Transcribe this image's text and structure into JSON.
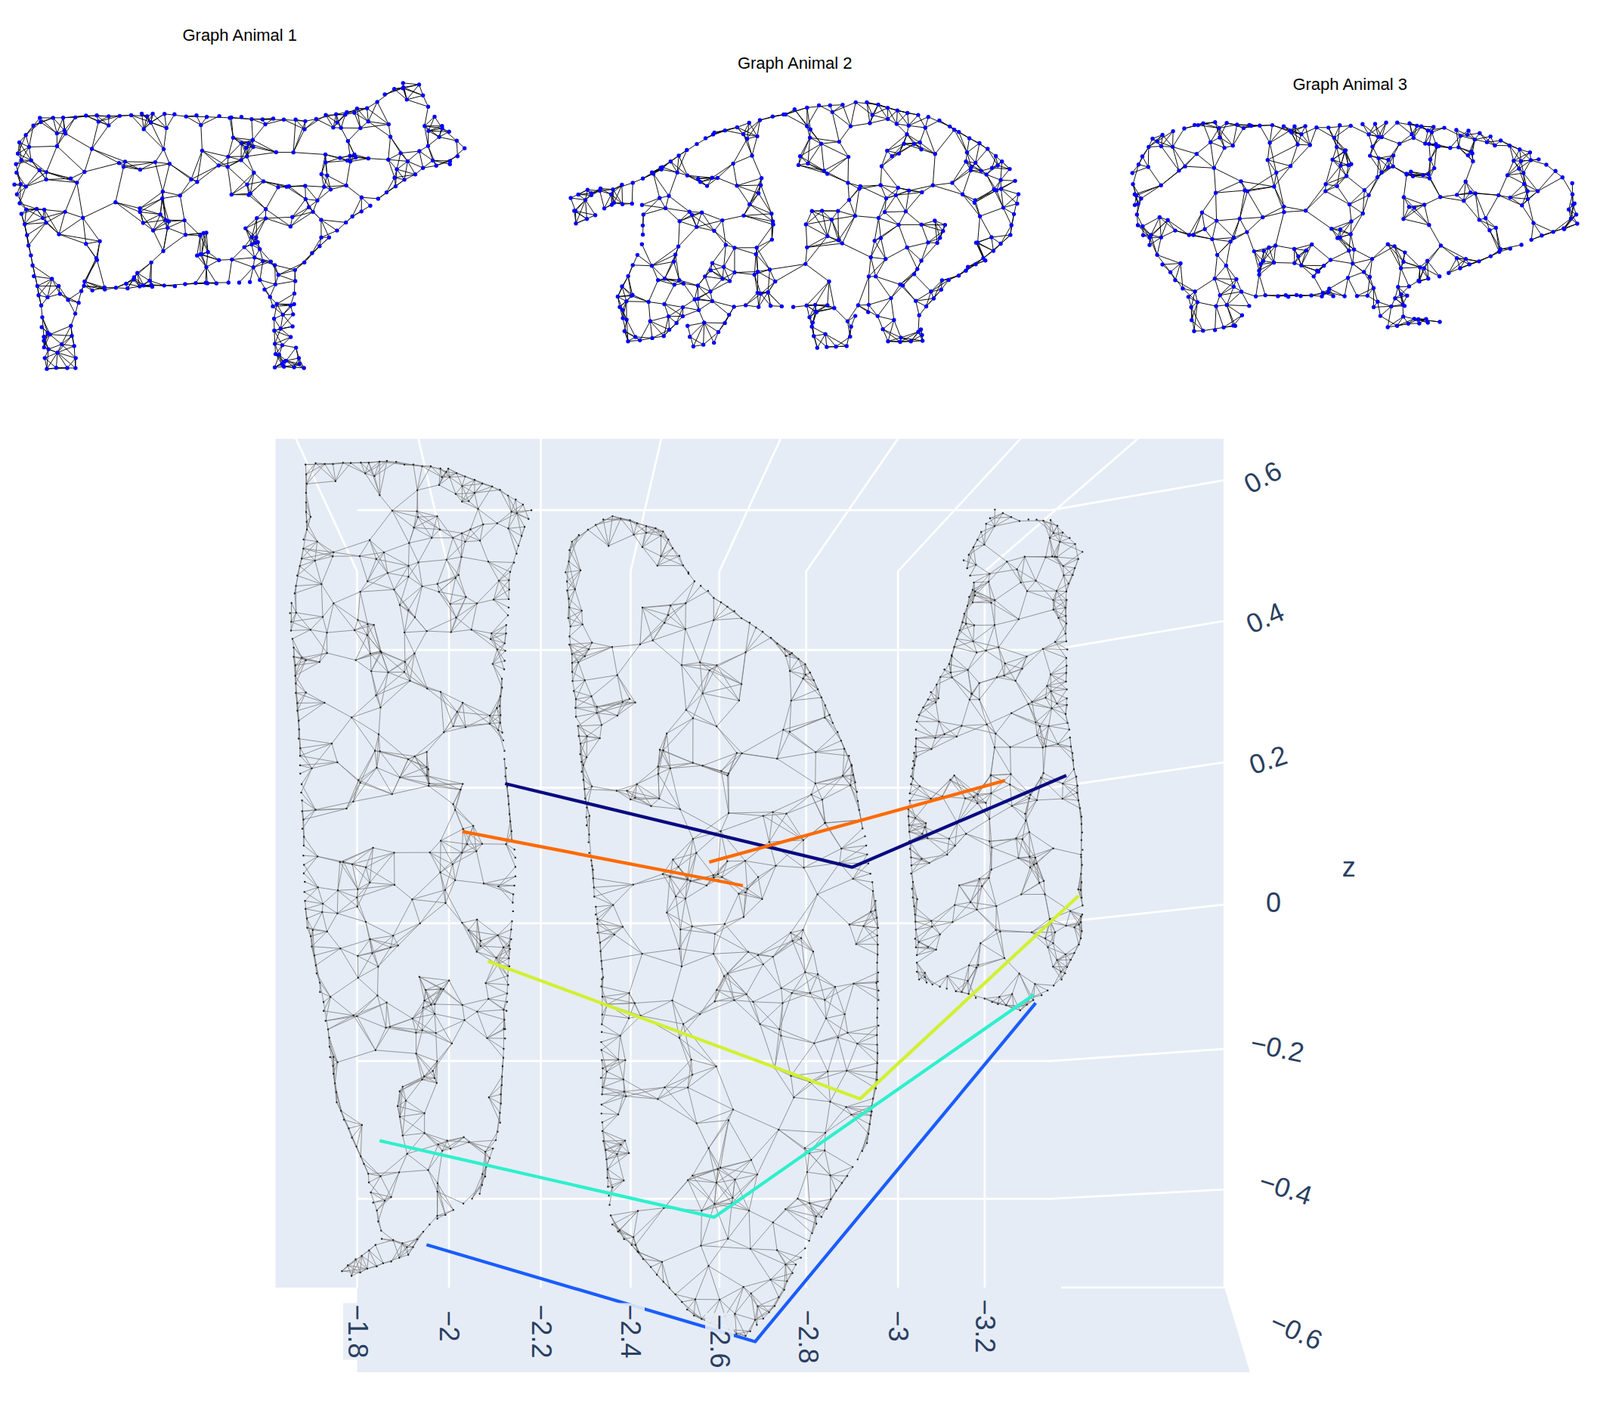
{
  "diagram": {
    "labels": [
      "Graph Animal 1",
      "Graph Animal 2",
      "Graph Animal 3",
      "0.6",
      "0.4",
      "0.2",
      "0",
      "−0.2",
      "−0.4",
      "−0.6",
      "z",
      "−1.8",
      "−2",
      "−2.2",
      "−2.4",
      "−2.6",
      "−2.8",
      "−3",
      "−3.2"
    ]
  }
}
